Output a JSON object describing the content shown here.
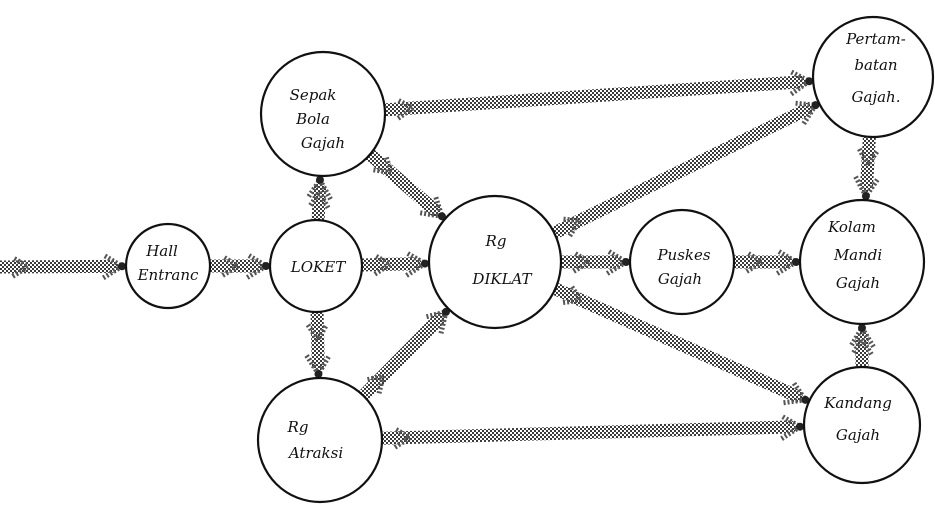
{
  "diagram": {
    "nodes": [
      {
        "id": "hall",
        "lines": [
          "Hall",
          "Entranc"
        ]
      },
      {
        "id": "loket",
        "lines": [
          "LOKET"
        ]
      },
      {
        "id": "sepak",
        "lines": [
          "Sepak",
          "Bola",
          "Gajah"
        ]
      },
      {
        "id": "atraksi",
        "lines": [
          "Rg",
          "Atraksi"
        ]
      },
      {
        "id": "diklat",
        "lines": [
          "Rg",
          "DIKLAT"
        ]
      },
      {
        "id": "puskes",
        "lines": [
          "Puskes",
          "Gajah"
        ]
      },
      {
        "id": "pertambatan",
        "lines": [
          "Pertam-",
          "batan",
          "Gajah."
        ]
      },
      {
        "id": "kolam",
        "lines": [
          "Kolam",
          "Mandi",
          "Gajah"
        ]
      },
      {
        "id": "kandang",
        "lines": [
          "Kandang",
          "Gajah"
        ]
      }
    ],
    "edges": [
      {
        "from": "entry",
        "to": "hall"
      },
      {
        "from": "hall",
        "to": "loket"
      },
      {
        "from": "loket",
        "to": "sepak"
      },
      {
        "from": "loket",
        "to": "atraksi"
      },
      {
        "from": "loket",
        "to": "diklat"
      },
      {
        "from": "sepak",
        "to": "diklat"
      },
      {
        "from": "sepak",
        "to": "pertambatan"
      },
      {
        "from": "atraksi",
        "to": "diklat"
      },
      {
        "from": "atraksi",
        "to": "kandang"
      },
      {
        "from": "diklat",
        "to": "puskes"
      },
      {
        "from": "diklat",
        "to": "pertambatan"
      },
      {
        "from": "diklat",
        "to": "kandang"
      },
      {
        "from": "puskes",
        "to": "kolam"
      },
      {
        "from": "pertambatan",
        "to": "kolam"
      },
      {
        "from": "kandang",
        "to": "kolam"
      }
    ]
  }
}
